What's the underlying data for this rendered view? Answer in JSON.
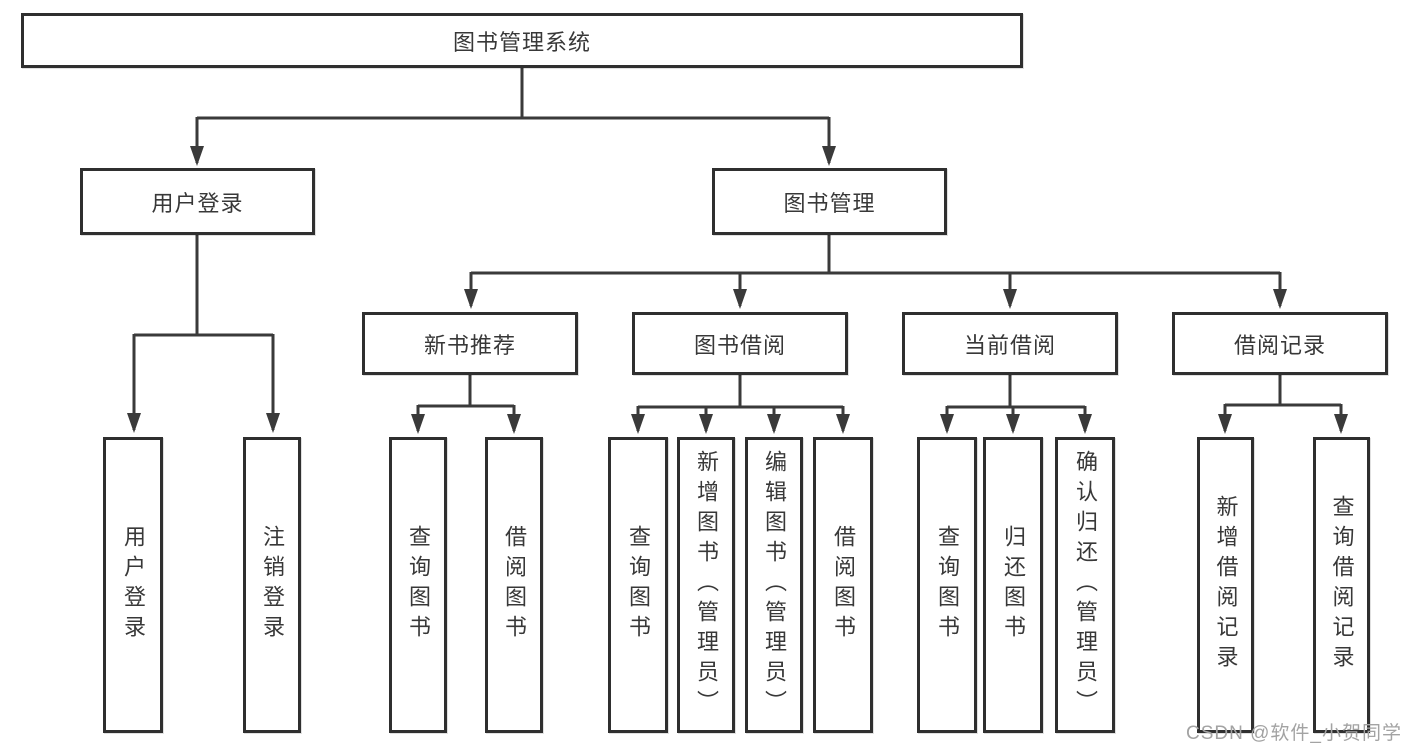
{
  "diagram": {
    "root": {
      "label": "图书管理系统"
    },
    "level2": [
      {
        "label": "用户登录"
      },
      {
        "label": "图书管理"
      }
    ],
    "level3": [
      {
        "label": "新书推荐"
      },
      {
        "label": "图书借阅"
      },
      {
        "label": "当前借阅"
      },
      {
        "label": "借阅记录"
      }
    ],
    "leaves": {
      "user_login": [
        {
          "label": "用户登录"
        },
        {
          "label": "注销登录"
        }
      ],
      "new_book_recommend": [
        {
          "label": "查询图书"
        },
        {
          "label": "借阅图书"
        }
      ],
      "book_borrow": [
        {
          "label": "查询图书"
        },
        {
          "label": "新增图书（管理员）"
        },
        {
          "label": "编辑图书（管理员）"
        },
        {
          "label": "借阅图书"
        }
      ],
      "current_borrow": [
        {
          "label": "查询图书"
        },
        {
          "label": "归还图书"
        },
        {
          "label": "确认归还（管理员）"
        }
      ],
      "borrow_records": [
        {
          "label": "新增借阅记录"
        },
        {
          "label": "查询借阅记录"
        }
      ]
    }
  },
  "watermark": {
    "text": "CSDN @软件_小贺同学"
  },
  "colors": {
    "line": "#3a3a3a",
    "box_border": "#2f2f2f",
    "text": "#383838",
    "watermark": "#a3a3a3",
    "background": "#ffffff"
  }
}
